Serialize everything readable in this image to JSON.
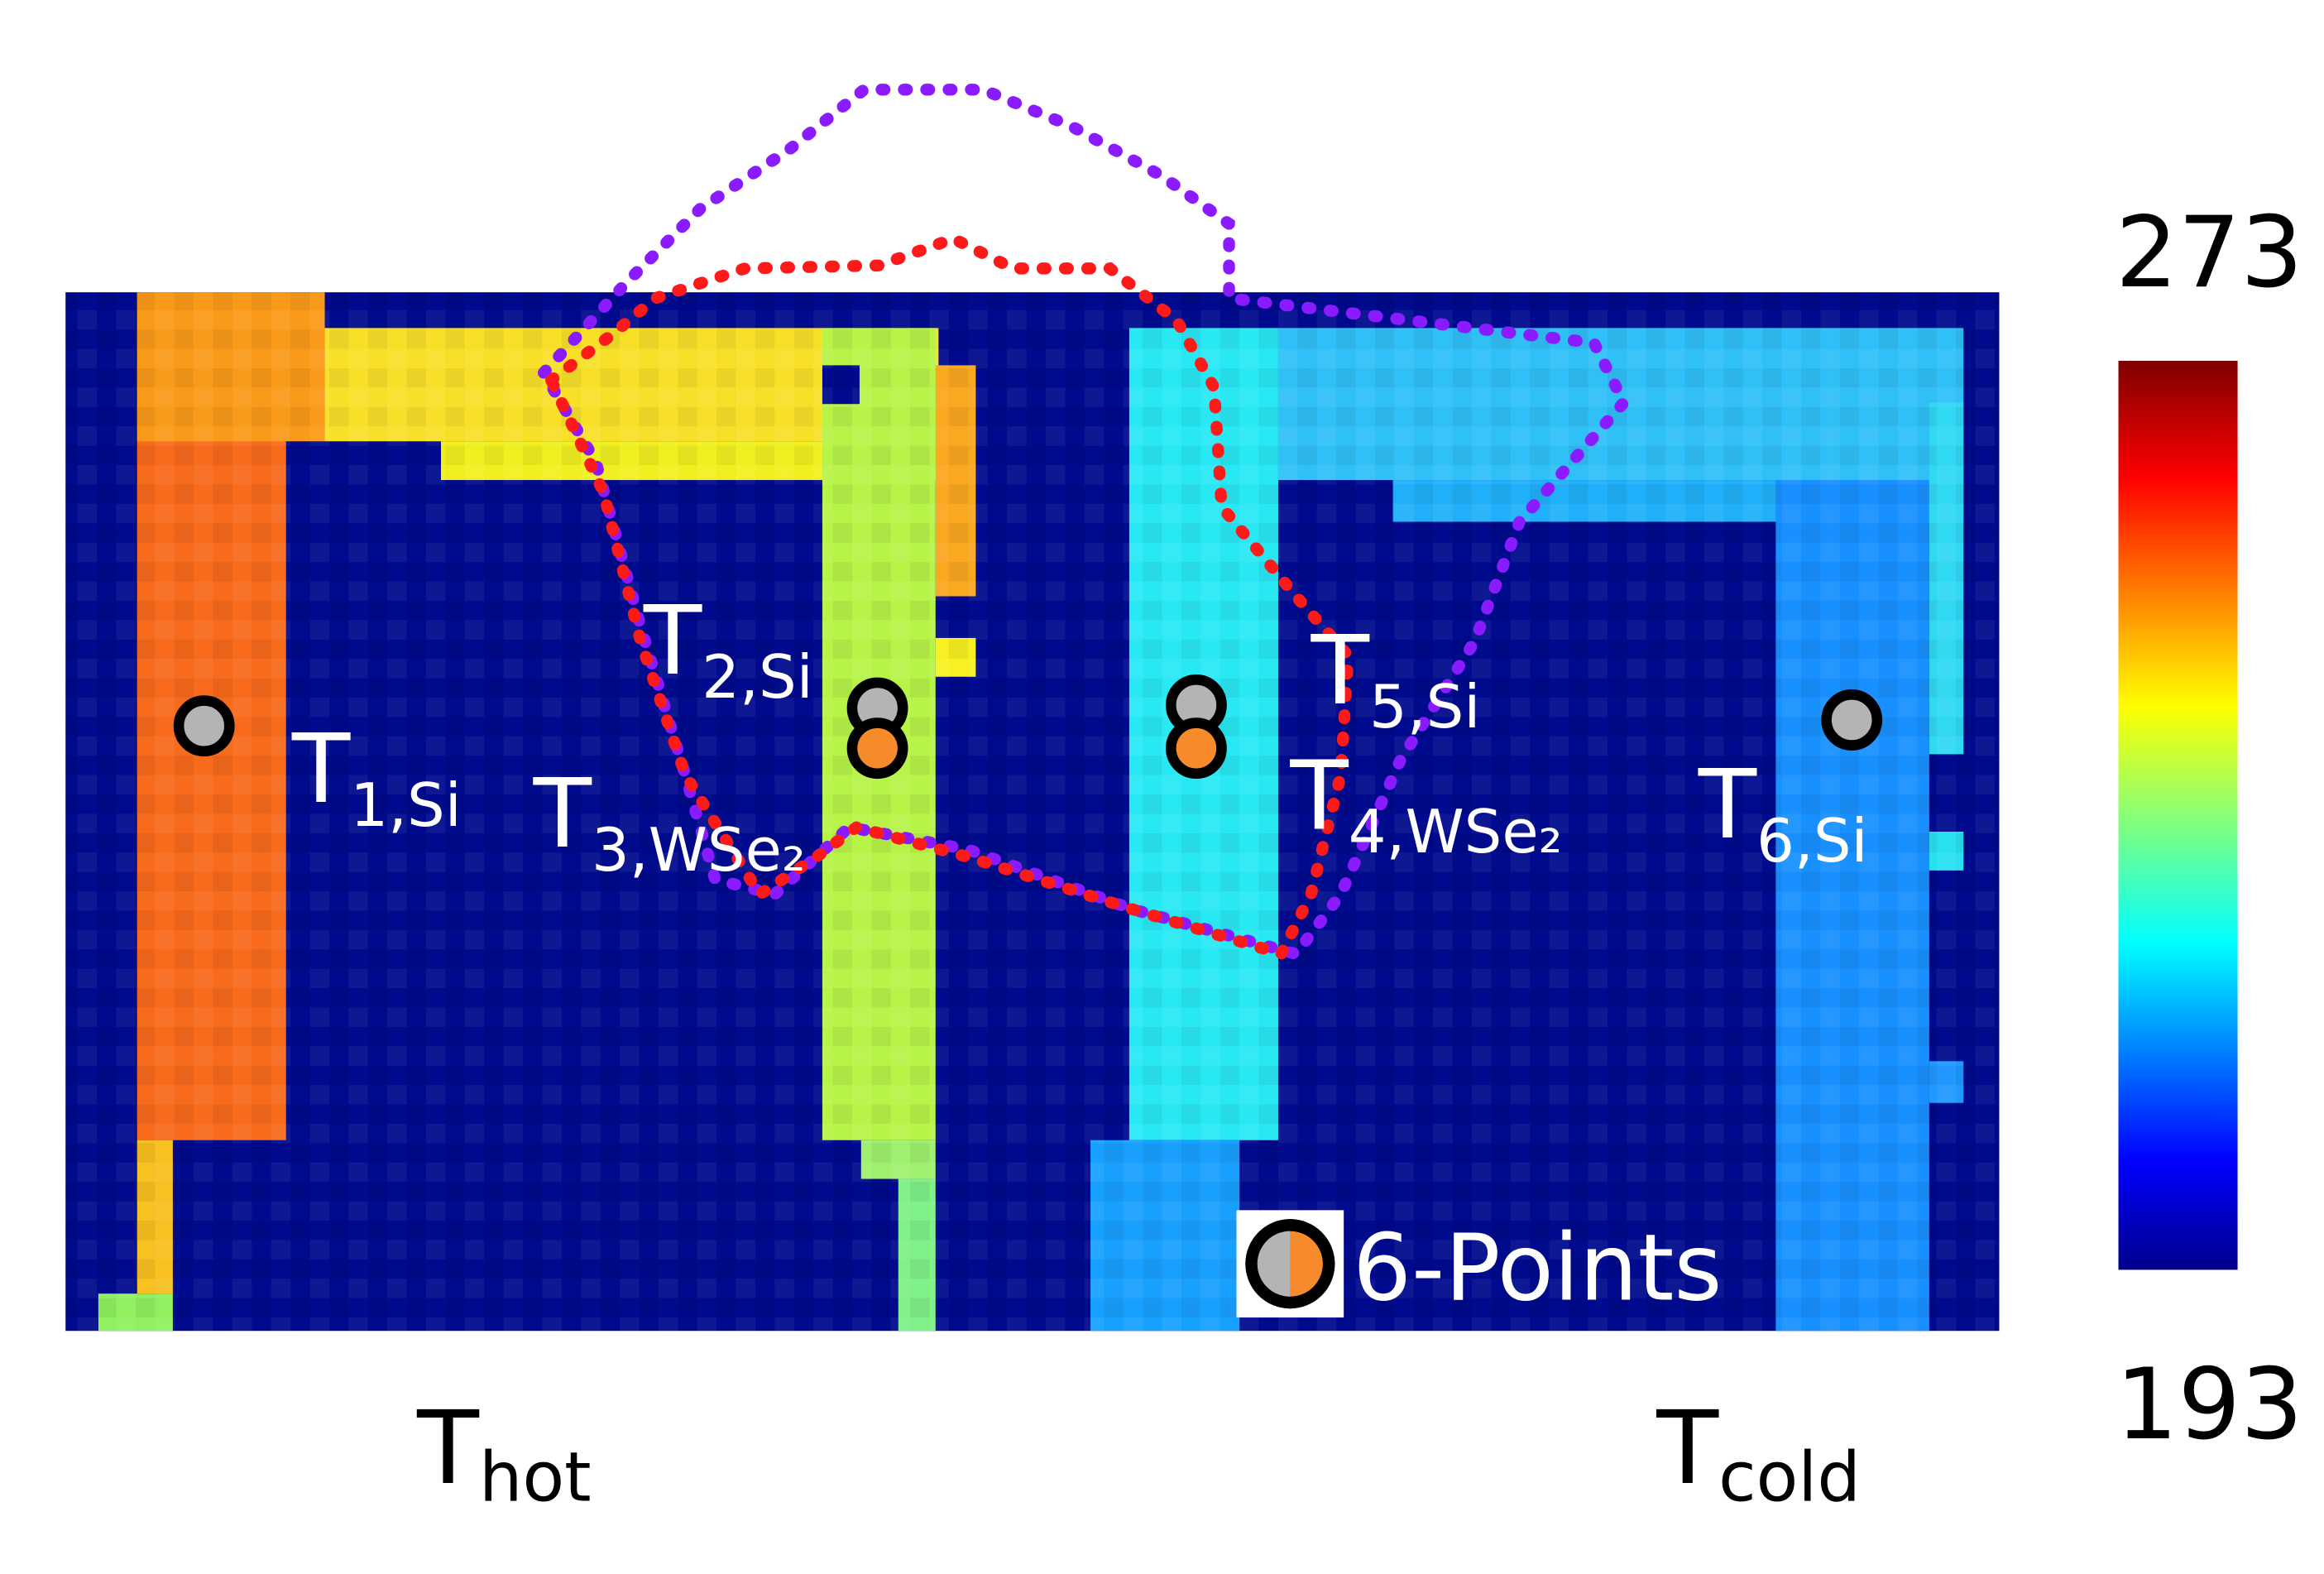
{
  "colors": {
    "background": "#000a8c",
    "red_outline": "#ff1a1a",
    "purple_outline": "#8a1aff",
    "si_marker": "#b4b4b4",
    "wse2_marker": "#f78a2a"
  },
  "labels": {
    "t1": {
      "main": "T",
      "sub": "1,Si"
    },
    "t2": {
      "main": "T",
      "sub": "2,Si"
    },
    "t3": {
      "main": "T",
      "sub": "3,WSe₂"
    },
    "t4": {
      "main": "T",
      "sub": "4,WSe₂"
    },
    "t5": {
      "main": "T",
      "sub": "5,Si"
    },
    "t6": {
      "main": "T",
      "sub": "6,Si"
    },
    "thot": {
      "main": "T",
      "sub": "hot"
    },
    "tcold": {
      "main": "T",
      "sub": "cold"
    }
  },
  "legend": {
    "label": "6-Points"
  },
  "colorbar": {
    "max": "273",
    "min": "193"
  }
}
